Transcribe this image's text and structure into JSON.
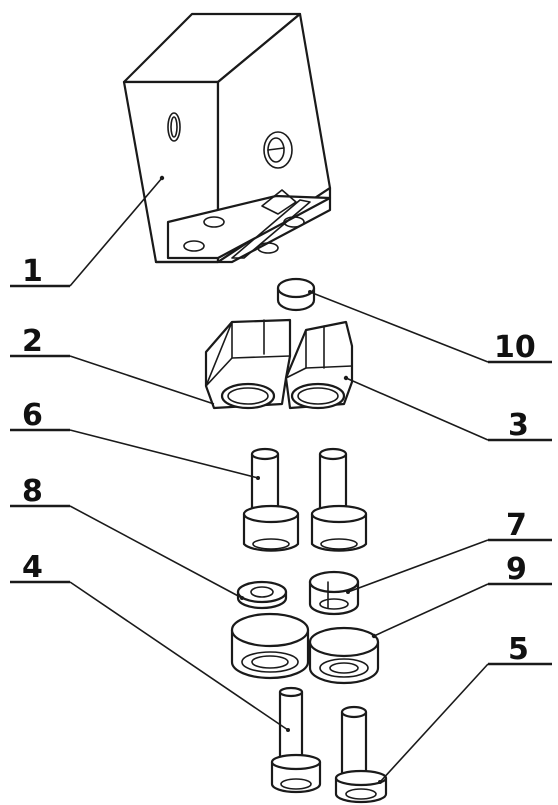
{
  "diagram": {
    "style_color": "#1a1a1a",
    "callouts": [
      {
        "id": "c1",
        "label": "1"
      },
      {
        "id": "c2",
        "label": "2"
      },
      {
        "id": "c3",
        "label": "3"
      },
      {
        "id": "c4",
        "label": "4"
      },
      {
        "id": "c5",
        "label": "5"
      },
      {
        "id": "c6",
        "label": "6"
      },
      {
        "id": "c7",
        "label": "7"
      },
      {
        "id": "c8",
        "label": "8"
      },
      {
        "id": "c9",
        "label": "9"
      },
      {
        "id": "c10",
        "label": "10"
      }
    ]
  }
}
